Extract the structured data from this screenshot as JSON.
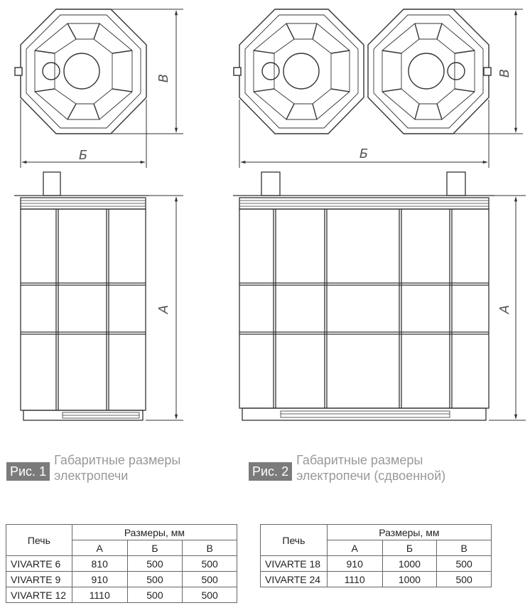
{
  "fig1": {
    "badge": "Рис. 1",
    "line1": "Габаритные размеры",
    "line2": "электропечи"
  },
  "fig2": {
    "badge": "Рис. 2",
    "line1": "Габаритные размеры",
    "line2": "электропечи (сдвоенной)"
  },
  "dim_labels": {
    "width": "Б",
    "depth": "В",
    "height": "А"
  },
  "table1": {
    "col_oven": "Печь",
    "col_dims": "Размеры, мм",
    "sub": [
      "А",
      "Б",
      "В"
    ],
    "rows": [
      {
        "name": "VIVARTE 6",
        "a": "810",
        "b": "500",
        "c": "500"
      },
      {
        "name": "VIVARTE 9",
        "a": "910",
        "b": "500",
        "c": "500"
      },
      {
        "name": "VIVARTE 12",
        "a": "1110",
        "b": "500",
        "c": "500"
      }
    ]
  },
  "table2": {
    "col_oven": "Печь",
    "col_dims": "Размеры, мм",
    "sub": [
      "А",
      "Б",
      "В"
    ],
    "rows": [
      {
        "name": "VIVARTE 18",
        "a": "910",
        "b": "1000",
        "c": "500"
      },
      {
        "name": "VIVARTE 24",
        "a": "1110",
        "b": "1000",
        "c": "500"
      }
    ]
  }
}
